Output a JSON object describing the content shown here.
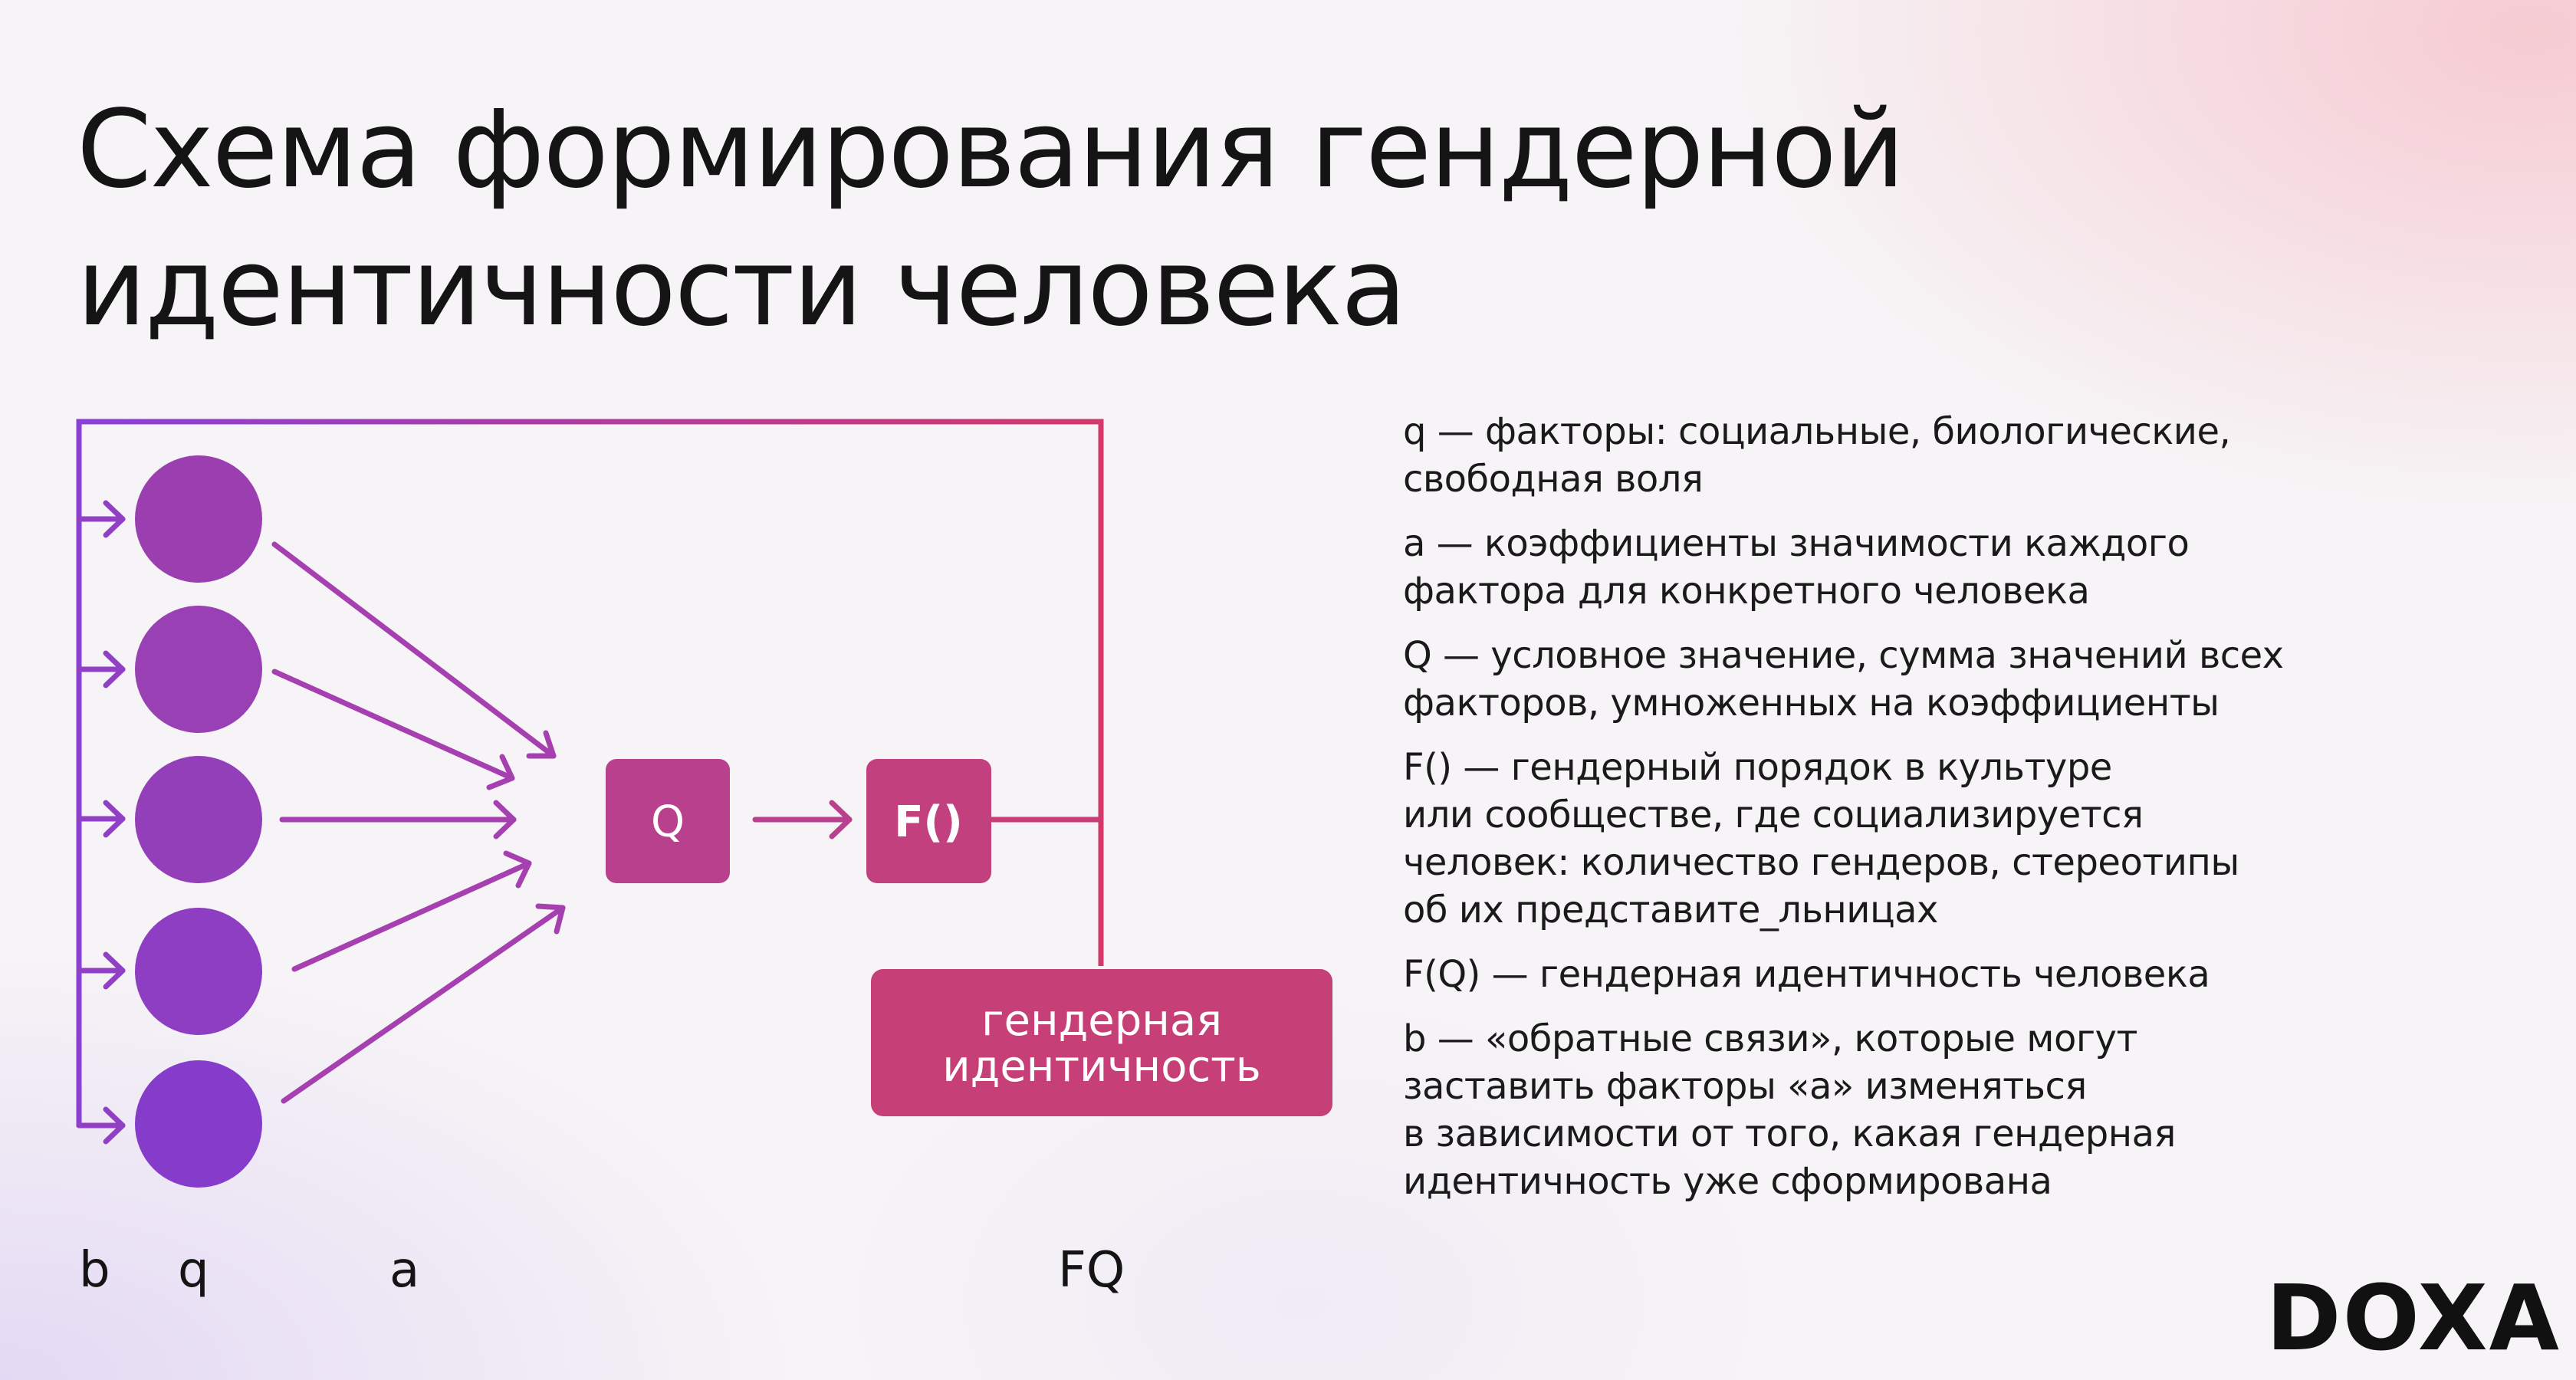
{
  "title": {
    "line1": "Схема формирования гендерной",
    "line2": "идентичности человека"
  },
  "diagram": {
    "q_box": "Q",
    "f_box": "F()",
    "result_box": {
      "line1": "гендерная",
      "line2": "идентичность"
    },
    "labels": {
      "b": "b",
      "q": "q",
      "a": "a",
      "fq": "FQ"
    },
    "colors": {
      "gradient_start": "#8a3fd6",
      "gradient_end": "#cf3a6e",
      "box": "#c2407e",
      "circle": "#8a3ec4"
    }
  },
  "legend": [
    {
      "lines": [
        "q — факторы: социальные, биологические,",
        "свободная воля"
      ]
    },
    {
      "lines": [
        "a — коэффициенты значимости каждого",
        "фактора для конкретного человека"
      ]
    },
    {
      "lines": [
        "Q — условное значение, сумма значений всех",
        "факторов, умноженных на коэффициенты"
      ]
    },
    {
      "lines": [
        "F() — гендерный порядок в культуре",
        "или сообществе, где социализируется",
        "человек: количество гендеров, стереотипы",
        "об их представите_льницах"
      ]
    },
    {
      "lines": [
        "F(Q) — гендерная идентичность человека"
      ]
    },
    {
      "lines": [
        "b — «обратные связи», которые могут",
        "заставить факторы «a» изменяться",
        "в зависимости от того, какая гендерная",
        "идентичность уже сформирована"
      ]
    }
  ],
  "logo": "DOXA"
}
